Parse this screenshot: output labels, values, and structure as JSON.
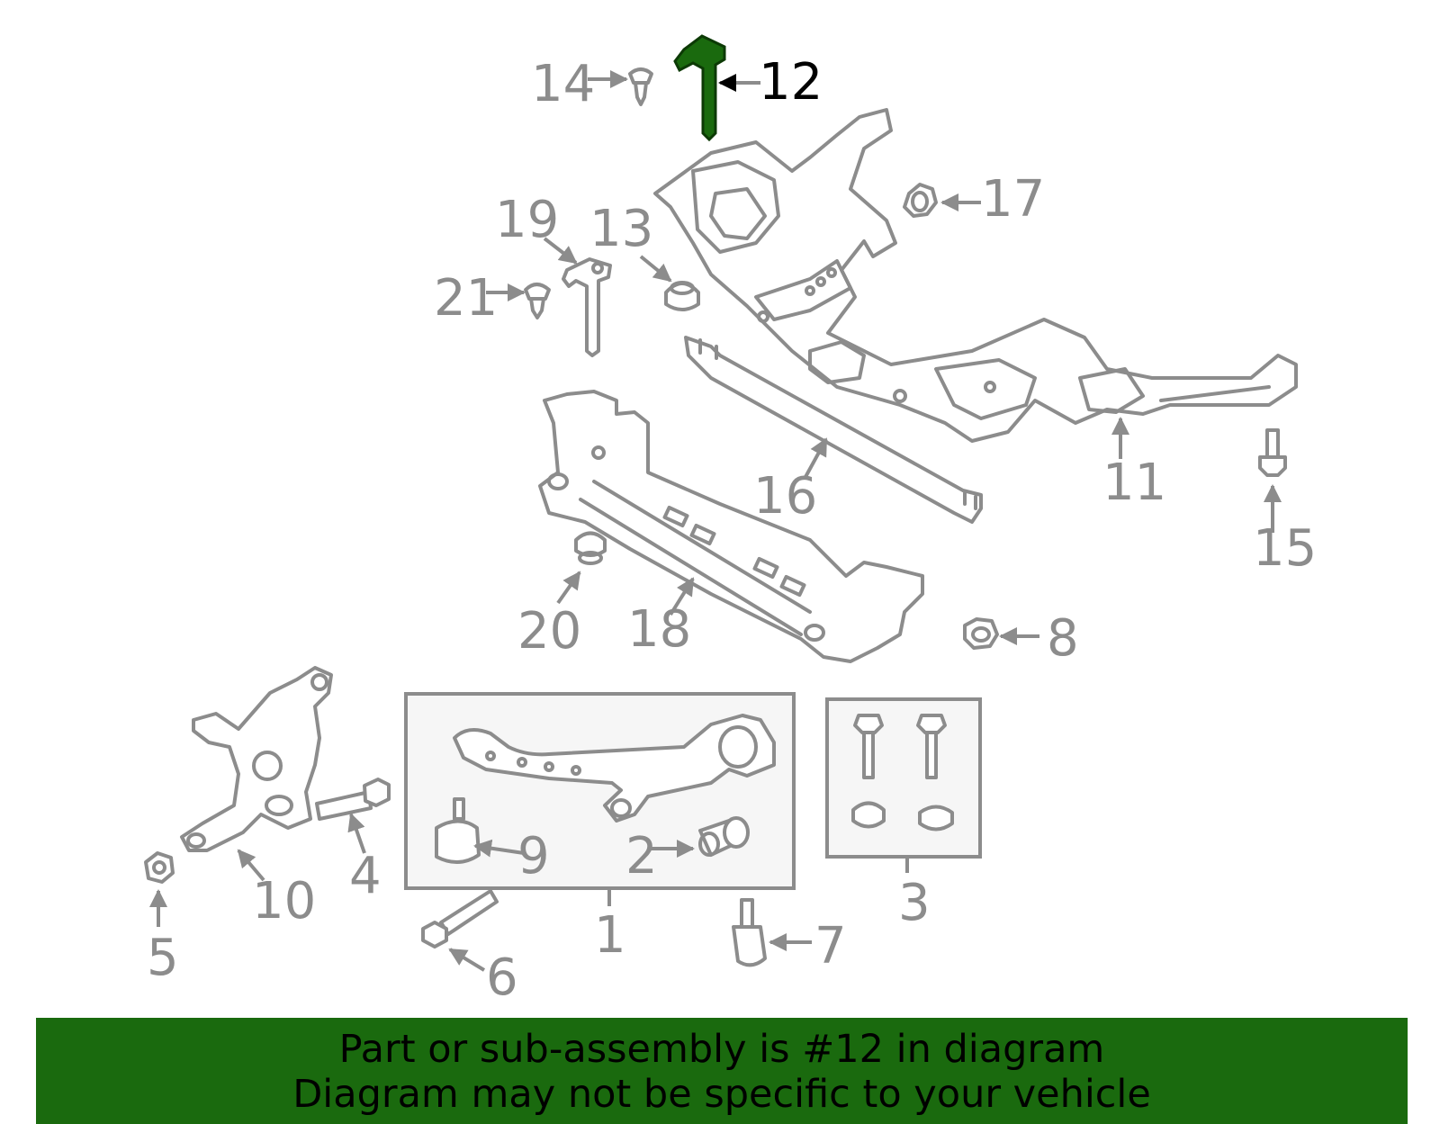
{
  "highlight_color": "#1a6a0e",
  "part_color": "#8c8c8c",
  "callouts": {
    "c1": "1",
    "c2": "2",
    "c3": "3",
    "c4": "4",
    "c5": "5",
    "c6": "6",
    "c7": "7",
    "c8": "8",
    "c9": "9",
    "c10": "10",
    "c11": "11",
    "c12": "12",
    "c13": "13",
    "c14": "14",
    "c15": "15",
    "c16": "16",
    "c17": "17",
    "c18": "18",
    "c19": "19",
    "c20": "20",
    "c21": "21"
  },
  "highlighted_part": "12",
  "banner": {
    "line1": "Part or sub-assembly is #12 in diagram",
    "line2": "Diagram may not be specific to your vehicle"
  }
}
